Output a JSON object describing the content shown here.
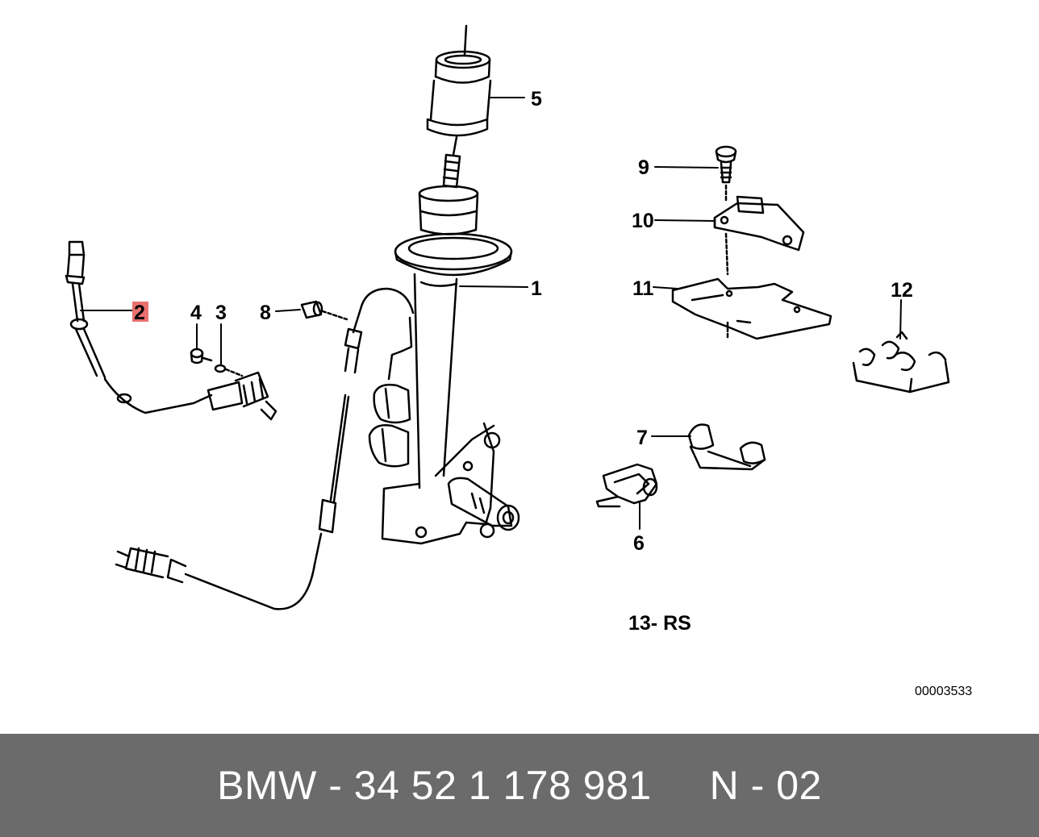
{
  "diagram": {
    "callouts": {
      "c1": "1",
      "c2": "2",
      "c3": "3",
      "c4": "4",
      "c5": "5",
      "c6": "6",
      "c7": "7",
      "c8": "8",
      "c9": "9",
      "c10": "10",
      "c11": "11",
      "c12": "12"
    },
    "highlight_callout": "2",
    "highlight_color": "#e8706f",
    "note": "13- RS",
    "image_code": "00003533"
  },
  "footer": {
    "text": "BMW - 34 52 1 178 981     N - 02",
    "background": "#6b6b6b",
    "text_color": "#ffffff"
  }
}
